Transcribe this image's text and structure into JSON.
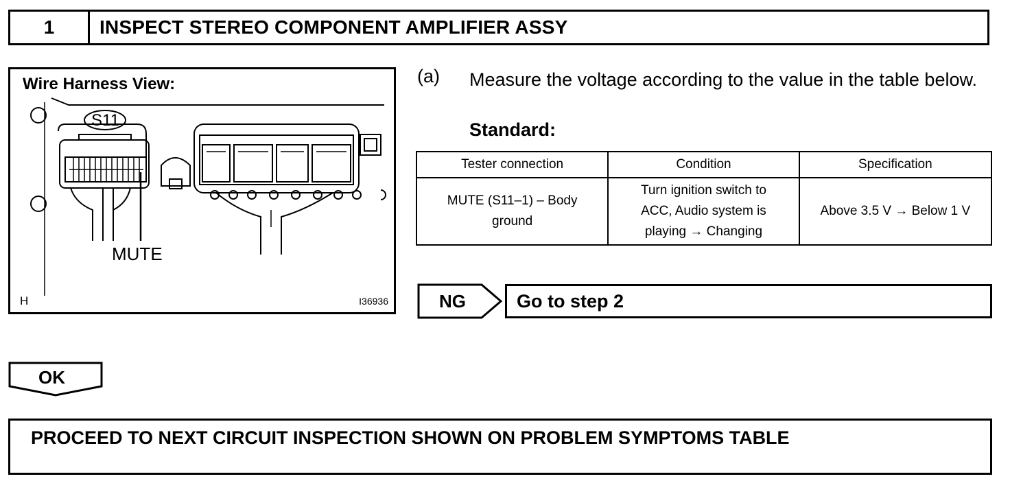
{
  "step": {
    "number": "1",
    "title": "INSPECT STEREO COMPONENT AMPLIFIER ASSY"
  },
  "figure": {
    "title": "Wire Harness View:",
    "connector_label": "S11",
    "pin_label": "MUTE",
    "corner_letter": "H",
    "figure_id": "I36936"
  },
  "instruction": {
    "letter": "(a)",
    "text": "Measure the voltage according to the value in the table below.",
    "standard_label": "Standard:"
  },
  "table": {
    "headers": [
      "Tester connection",
      "Condition",
      "Specification"
    ],
    "rows": [
      [
        "MUTE (S11–1) – Body ground",
        "Turn ignition switch to ACC, Audio system is playing → Changing",
        "Above 3.5 V → Below 1 V"
      ]
    ]
  },
  "ng": {
    "tag": "NG",
    "text": "Go to step 2"
  },
  "ok": {
    "tag": "OK"
  },
  "proceed": {
    "text": "PROCEED TO NEXT CIRCUIT INSPECTION SHOWN ON PROBLEM SYMPTOMS TABLE"
  }
}
